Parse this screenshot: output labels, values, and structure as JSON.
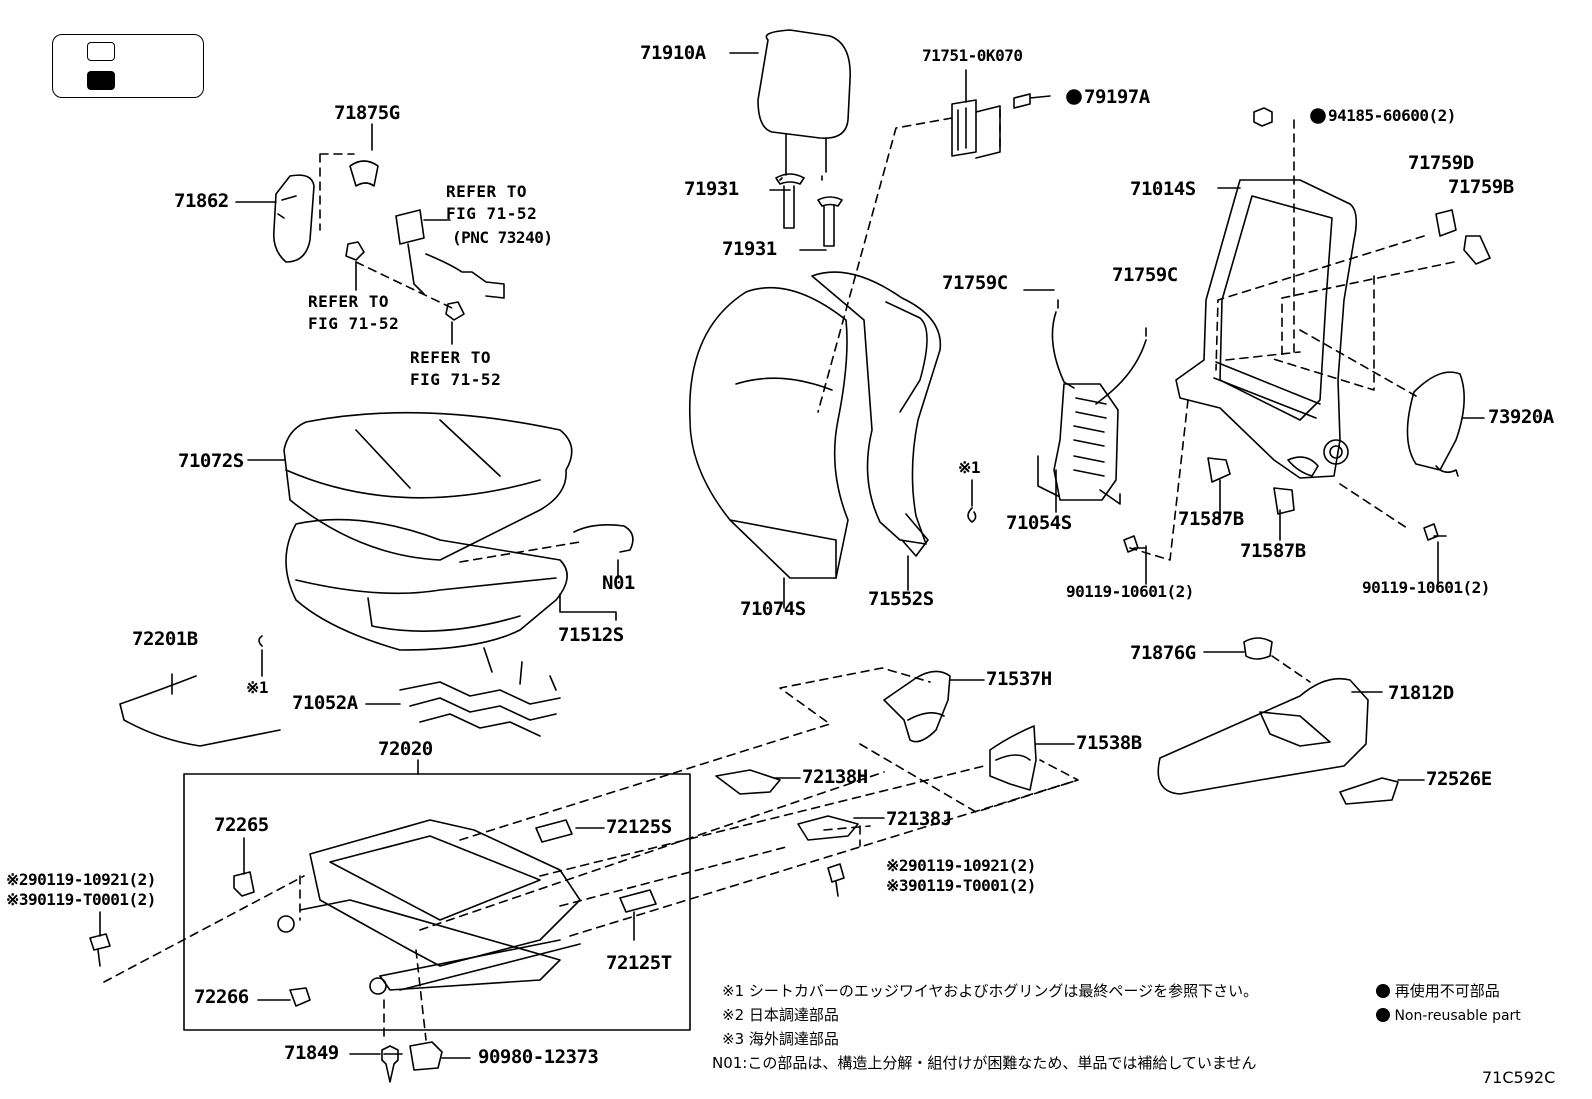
{
  "diagram": {
    "code": "71C592C",
    "refer_block": {
      "line1": "REFER TO",
      "line2": "FIG 71-52",
      "line3": "(PNC 73240)"
    },
    "refer_a": {
      "line1": "REFER TO",
      "line2": "FIG 71-52"
    },
    "refer_b": {
      "line1": "REFER TO",
      "line2": "FIG 71-52"
    },
    "parts": {
      "p71910A": "71910A",
      "p71751": "71751-0K070",
      "p79197A": "79197A",
      "p94185": "94185-60600(2)",
      "p71875G": "71875G",
      "p71862": "71862",
      "p71931a": "71931",
      "p71931b": "71931",
      "p71014S": "71014S",
      "p71759D": "71759D",
      "p71759B": "71759B",
      "p71759C_a": "71759C",
      "p71759C_b": "71759C",
      "p73920A": "73920A",
      "p71072S": "71072S",
      "p71054S": "71054S",
      "p71587B_a": "71587B",
      "p71587B_b": "71587B",
      "p90119_a": "90119-10601(2)",
      "p90119_b": "90119-10601(2)",
      "mark1_a": "※1",
      "mark1_b": "※1",
      "pN01": "N01",
      "p71512S": "71512S",
      "p71074S": "71074S",
      "p71552S": "71552S",
      "p72201B": "72201B",
      "p71052A": "71052A",
      "p72020": "72020",
      "p71537H": "71537H",
      "p71876G": "71876G",
      "p71812D": "71812D",
      "p71538B": "71538B",
      "p72138H": "72138H",
      "p72526E": "72526E",
      "p72265": "72265",
      "p72125S": "72125S",
      "p72138J": "72138J",
      "pStar2a": "※290119-10921(2)",
      "pStar3a": "※390119-T0001(2)",
      "pStar2b": "※290119-10921(2)",
      "pStar3b": "※390119-T0001(2)",
      "p72125T": "72125T",
      "p72266": "72266",
      "p71849": "71849",
      "p90980": "90980-12373"
    },
    "notes": {
      "n1": "※1 シートカバーのエッジワイヤおよびホグリングは最終ページを参照下さい。",
      "n2": "※2 日本調達部品",
      "n3": "※3 海外調達部品",
      "n01": "N01:この部品は、構造上分解・組付けが困難なため、単品では補給していません"
    },
    "legend": {
      "jp": "再使用不可部品",
      "en": "Non-reusable part"
    }
  }
}
